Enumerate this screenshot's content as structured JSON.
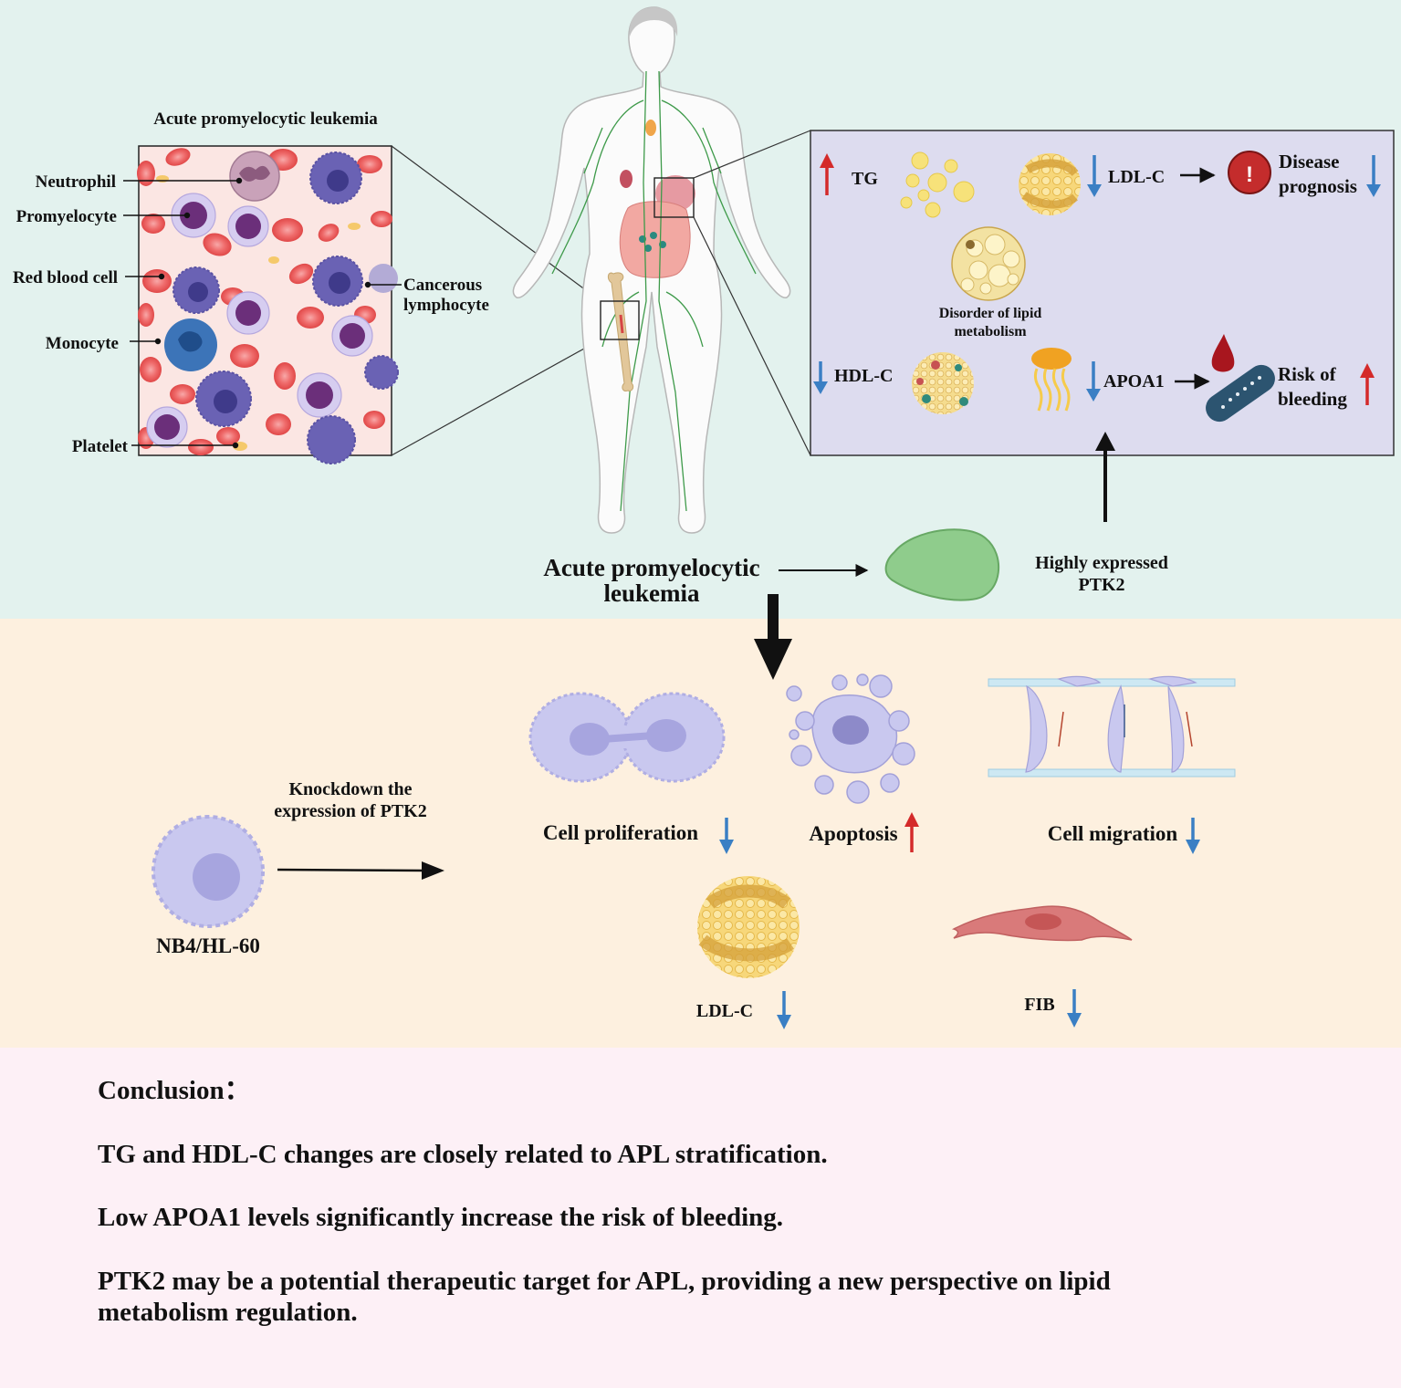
{
  "smear": {
    "title": "Acute promyelocytic leukemia",
    "labels": {
      "neutrophil": "Neutrophil",
      "promyelocyte": "Promyelocyte",
      "red_blood_cell": "Red blood cell",
      "monocyte": "Monocyte",
      "platelet": "Platelet",
      "cancerous_1": "Cancerous",
      "cancerous_2": "lymphocyte"
    }
  },
  "panel": {
    "tg": "TG",
    "ldlc": "LDL-C",
    "disease_1": "Disease",
    "disease_2": "prognosis",
    "disorder_1": "Disorder of lipid",
    "disorder_2": "metabolism",
    "hdlc": "HDL-C",
    "apoa1": "APOA1",
    "risk_1": "Risk of",
    "risk_2": "bleeding"
  },
  "center": {
    "apl_1": "Acute promyelocytic",
    "apl_2": "leukemia",
    "ptk2_1": "Highly expressed",
    "ptk2_2": "PTK2"
  },
  "experiment": {
    "knockdown_1": "Knockdown the",
    "knockdown_2": "expression of PTK2",
    "cell_line": "NB4/HL-60",
    "proliferation": "Cell proliferation",
    "apoptosis": "Apoptosis",
    "migration": "Cell migration",
    "ldlc": "LDL-C",
    "fib": "FIB"
  },
  "conclusion": {
    "heading": "Conclusion：",
    "line1": "TG and HDL-C changes are closely related to APL stratification.",
    "line2": "Low APOA1 levels significantly increase the risk of bleeding.",
    "line3": "PTK2 may be a potential therapeutic target for APL, providing a new perspective on lipid metabolism regulation."
  },
  "colors": {
    "up_arrow": "#d42a2a",
    "down_arrow": "#3a7fc4",
    "top_background": "#e3f2ee",
    "middle_background": "#fdf0df",
    "bottom_background": "#fdf0f6",
    "panel_background": "#dddcef"
  }
}
